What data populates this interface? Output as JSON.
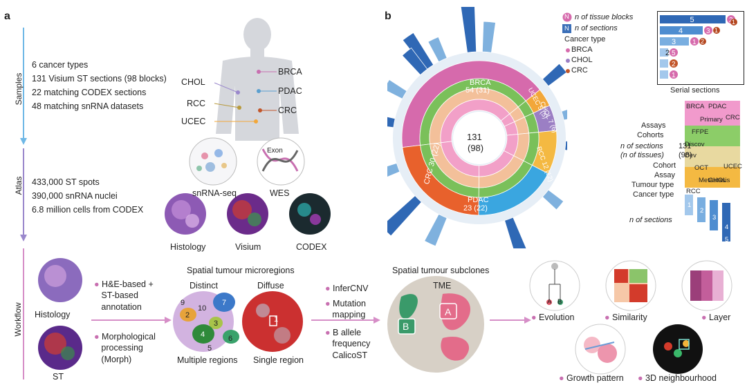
{
  "panel_a": {
    "letter": "a",
    "sections": {
      "samples": "Samples",
      "atlas": "Atlas",
      "workflow": "Workflow"
    },
    "samples_stats": [
      "6 cancer types",
      "131 Visium ST sections (98 blocks)",
      "22 matching CODEX sections",
      "48 matching snRNA datasets"
    ],
    "body_labels": {
      "chol": "CHOL",
      "rcc": "RCC",
      "ucec": "UCEC",
      "brca": "BRCA",
      "pdac": "PDAC",
      "crc": "CRC"
    },
    "atlas_stats": [
      "433,000 ST spots",
      "390,000 snRNA nuclei",
      "6.8 million cells from CODEX"
    ],
    "atlas_images": {
      "snrna": "snRNA-seq",
      "wes": "WES",
      "exon": "Exon",
      "histology": "Histology",
      "visium": "Visium",
      "codex": "CODEX"
    },
    "workflow": {
      "histology": "Histology",
      "st": "ST",
      "step1": [
        "H&E-based +",
        "ST-based",
        "annotation"
      ],
      "step2": [
        "Morphological",
        "processing",
        "(Morph)"
      ],
      "microregions_title": "Spatial tumour microregions",
      "distinct": "Distinct",
      "diffuse": "Diffuse",
      "multiple": "Multiple regions",
      "single": "Single region",
      "region_numbers": [
        "9",
        "10",
        "7",
        "2",
        "3",
        "4",
        "5",
        "6",
        "1"
      ],
      "step3": [
        "InferCNV"
      ],
      "step4": [
        "Mutation",
        "mapping"
      ],
      "step5": [
        "B allele",
        "frequency",
        "CalicoST"
      ],
      "subclones_title": "Spatial tumour subclones",
      "tme": "TME",
      "clone_a": "A",
      "clone_b": "B",
      "outputs": [
        "Evolution",
        "Similarity",
        "Layer",
        "Growth pattern",
        "3D neighbourhood"
      ],
      "tree_labels": [
        "A",
        "B"
      ]
    }
  },
  "panel_b": {
    "letter": "b",
    "legend": {
      "n_blocks": "n of tissue blocks",
      "n_sections": "n of sections",
      "n_blocks_icon": "N",
      "n_sections_icon": "N",
      "cancer_type": "Cancer type",
      "types": [
        "BRCA",
        "CHOL",
        "CRC"
      ]
    },
    "center": {
      "total": "131",
      "blocks": "(98)"
    },
    "segments": [
      {
        "name": "BRCA",
        "value": "54 (31)",
        "color": "#d66aac"
      },
      {
        "name": "UCEC",
        "value": "5 (5)",
        "color": "#f2a73a"
      },
      {
        "name": "CHOL",
        "value": "7 (6)",
        "color": "#9b7fc4"
      },
      {
        "name": "RCC",
        "value": "12 (12)",
        "color": "#f4b942"
      },
      {
        "name": "PDAC",
        "value": "23 (22)",
        "color": "#3aa6e0"
      },
      {
        "name": "CRC",
        "value": "30 (22)",
        "color": "#e8612c"
      }
    ],
    "serial": {
      "title": "Serial sections",
      "bars": [
        {
          "sections": "5",
          "blocks": "2",
          "fill": 0.95
        },
        {
          "sections": "4",
          "blocks": "3",
          "fill": 0.62
        },
        {
          "sections": "3",
          "blocks": "1",
          "fill": 0.42
        },
        {
          "sections": "2",
          "blocks": "5",
          "fill": 0.12
        },
        {
          "sections": "",
          "blocks": "2",
          "fill": 0.12
        },
        {
          "sections": "",
          "blocks": "1",
          "fill": 0.12
        }
      ],
      "brown_badges": [
        "1",
        "1",
        "2"
      ]
    },
    "key": {
      "assays": "Assays",
      "cohorts": "Cohorts",
      "n_sections": "n of sections",
      "n_tissues": "(n of tissues)",
      "total": "131",
      "total_blocks": "(98)",
      "cohort": "Cohort",
      "assay": "Assay",
      "tumour_type": "Tumour type",
      "cancer_type": "Cancer type",
      "n_of_sections": "n of sections",
      "arc_labels": [
        "BRCA",
        "PDAC",
        "CRC",
        "Primary",
        "FFPE",
        "OCT",
        "Metastasis",
        "Discov",
        "Dev",
        "RCC",
        "CHOL",
        "UCEC"
      ],
      "bars": [
        "1",
        "2",
        "3",
        "4",
        "5"
      ]
    }
  }
}
